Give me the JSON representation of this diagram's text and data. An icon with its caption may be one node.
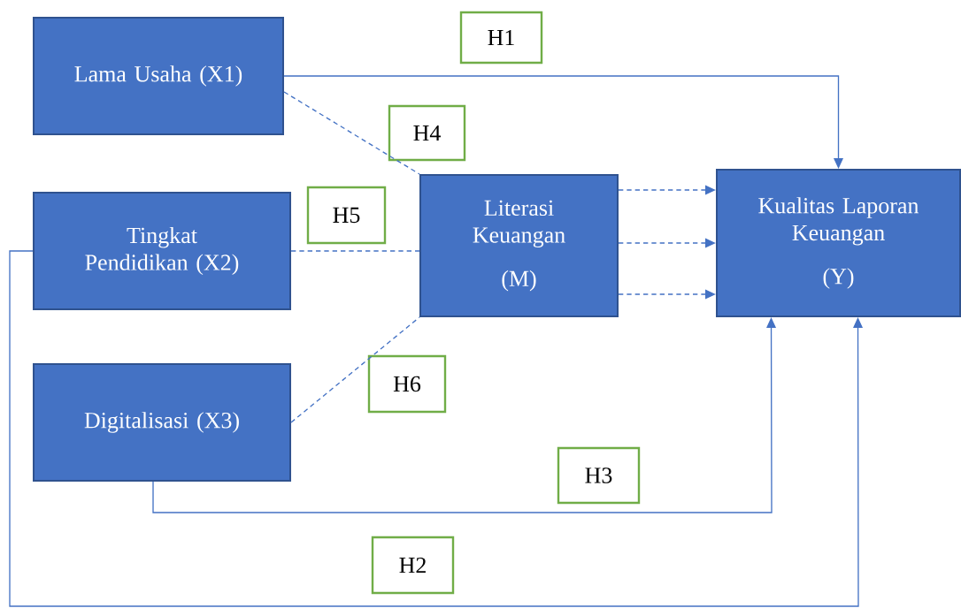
{
  "diagram": {
    "nodes": [
      {
        "text": [
          "H1"
        ]
      },
      {
        "text": [
          "Lama Usaha (X1)"
        ]
      },
      {
        "text": [
          "H4"
        ]
      },
      {
        "text": [
          "Tingkat Pendidikan (X2)"
        ]
      },
      {
        "text": [
          "H5"
        ]
      },
      {
        "text": [
          "Literasi Keuangan",
          "(M)"
        ]
      },
      {
        "text": [
          "Kualitas Laporan Keuangan",
          "(Y)"
        ]
      },
      {
        "text": [
          "H6"
        ]
      },
      {
        "text": [
          "Digitalisasi (X3)"
        ]
      },
      {
        "text": [
          "H3"
        ]
      },
      {
        "text": [
          "H2"
        ]
      }
    ],
    "edges": [
      {
        "from": 1,
        "to": 6,
        "arrow": "to"
      },
      {
        "from": 3,
        "to": 6,
        "arrow": "to"
      },
      {
        "from": 8,
        "to": 6,
        "arrow": "to"
      },
      {
        "from": 1,
        "to": 5,
        "arrow": "none",
        "style": "dashed"
      },
      {
        "from": 3,
        "to": 5,
        "arrow": "none",
        "style": "dashed"
      },
      {
        "from": 8,
        "to": 5,
        "arrow": "none",
        "style": "dashed"
      },
      {
        "from": 5,
        "to": 6,
        "arrow": "to",
        "style": "dashed"
      },
      {
        "from": 5,
        "to": 6,
        "arrow": "to",
        "style": "dashed"
      },
      {
        "from": 5,
        "to": 6,
        "arrow": "to",
        "style": "dashed"
      }
    ]
  }
}
